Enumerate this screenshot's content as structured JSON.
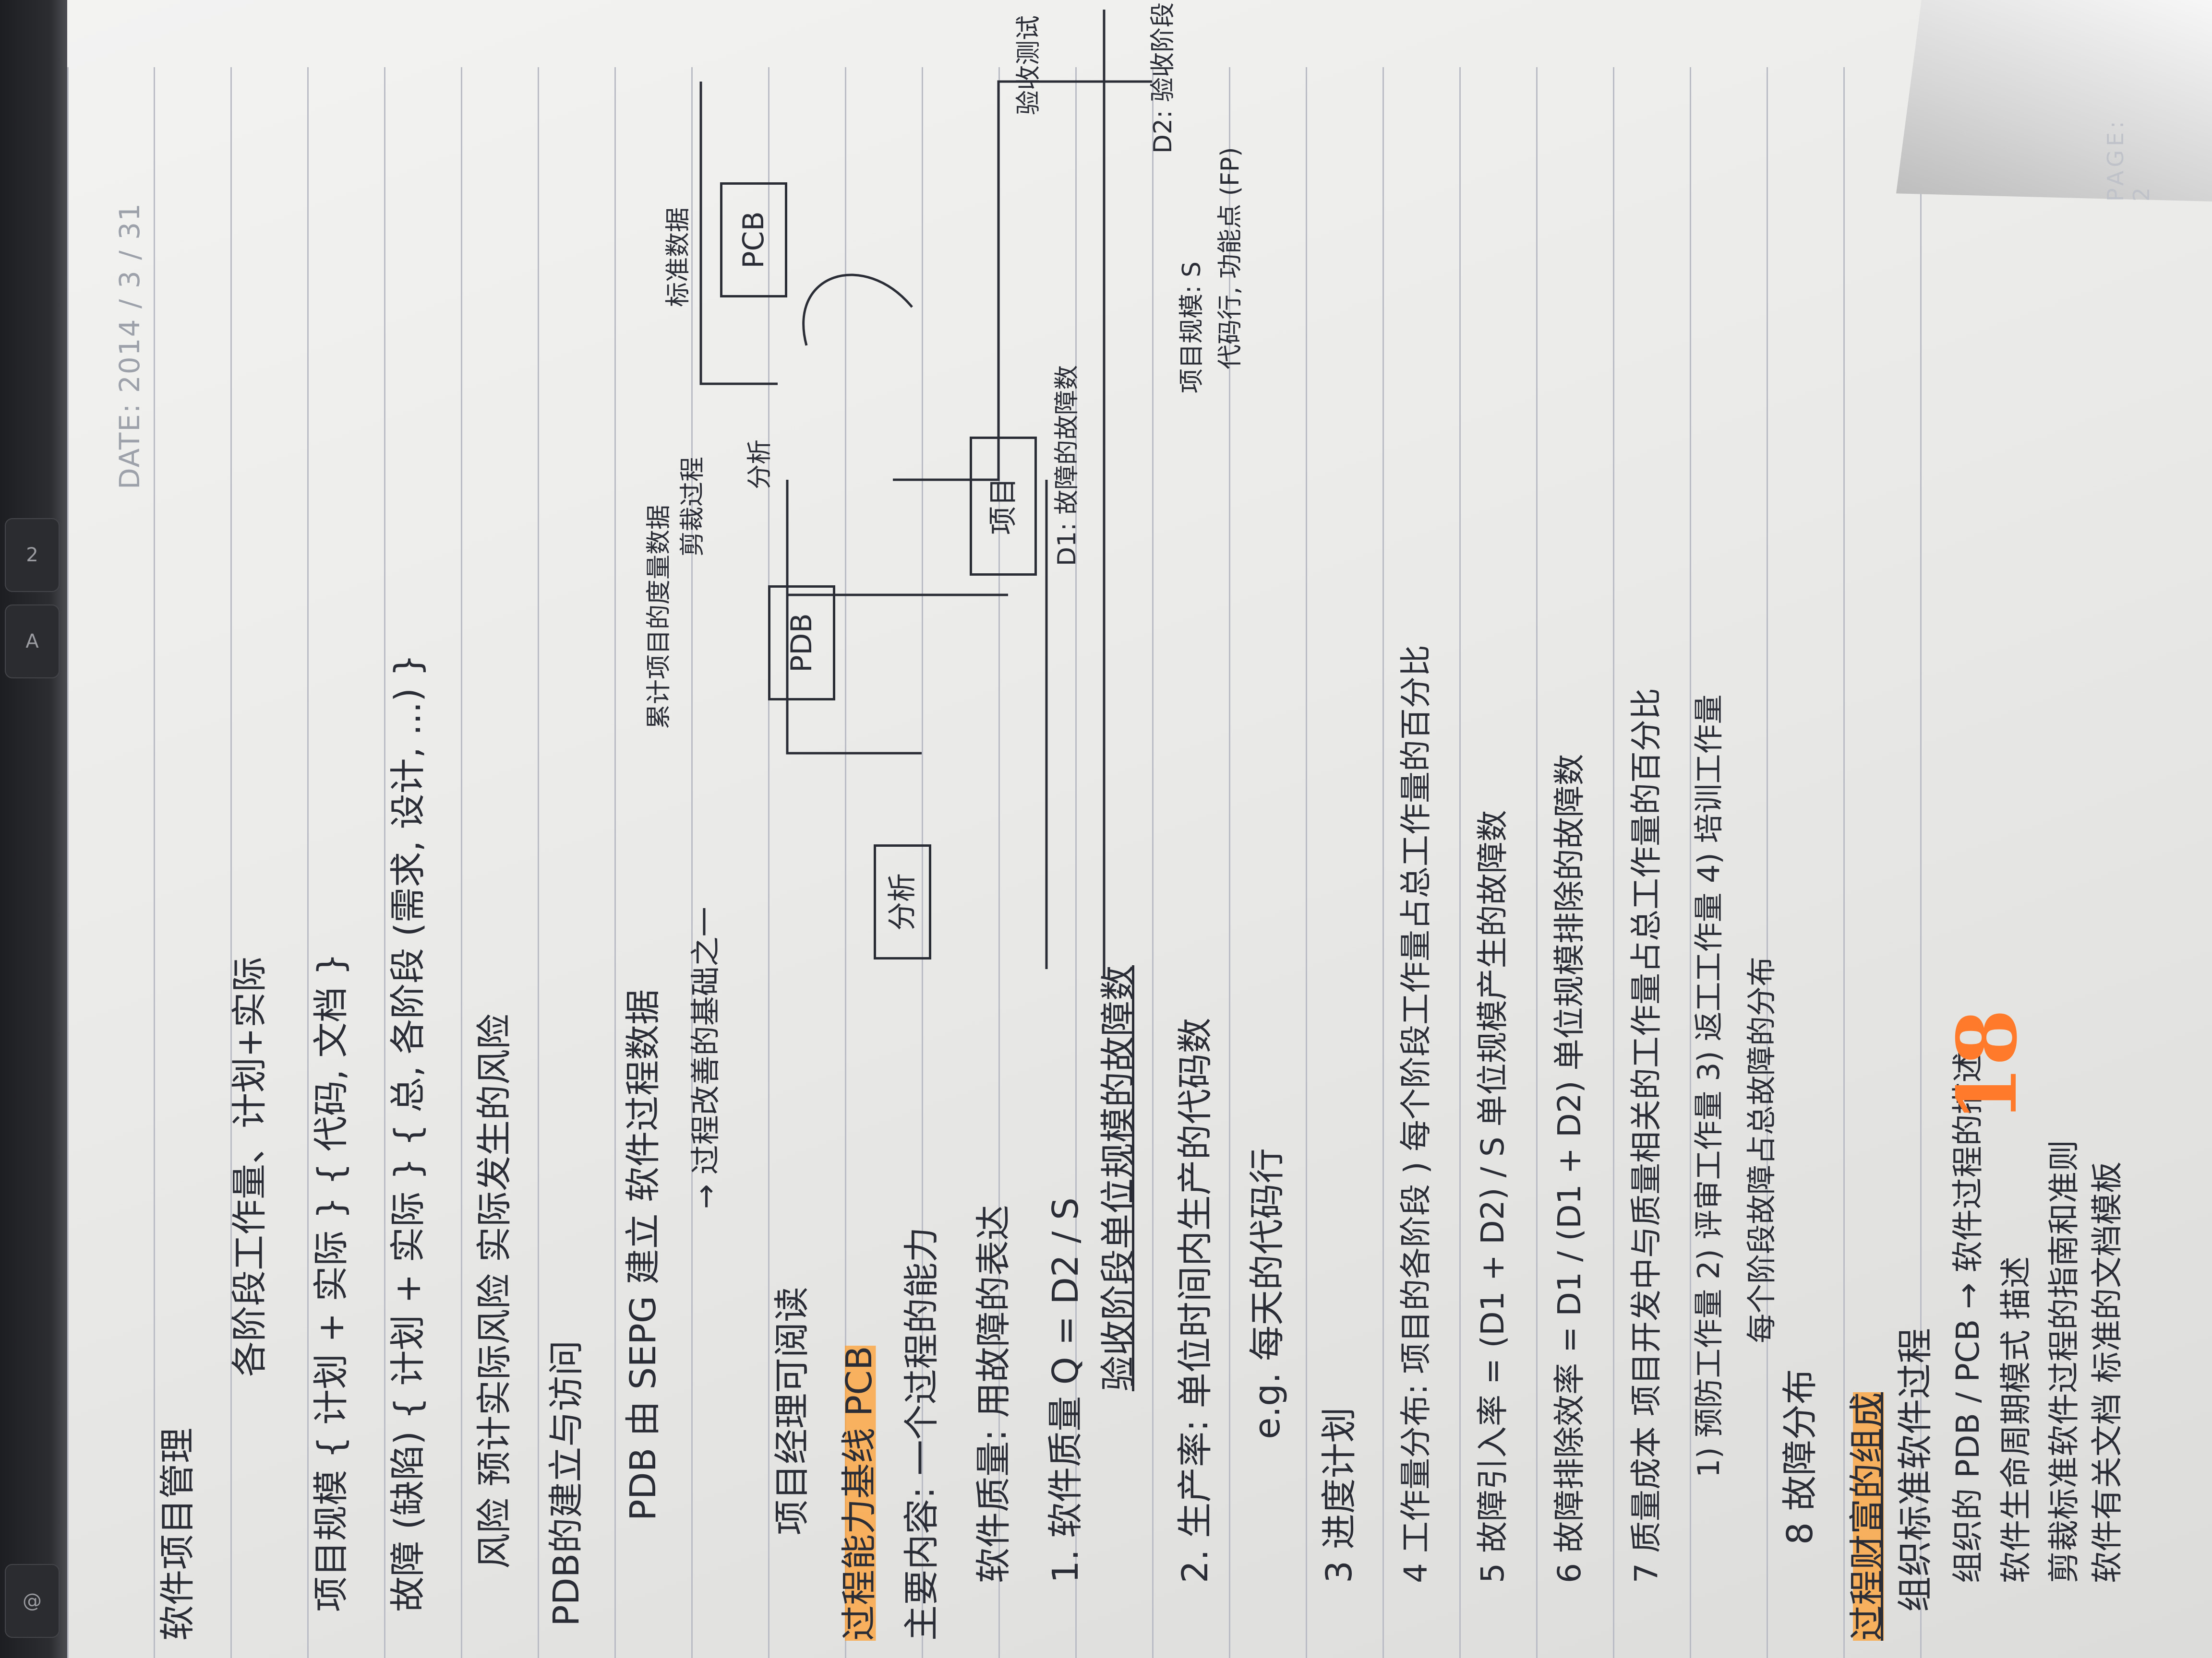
{
  "header": {
    "date": "DATE: 2014 / 3 / 31",
    "page_label": "PAGE: 2"
  },
  "keyboard": {
    "keys": [
      "2",
      "A",
      "@"
    ]
  },
  "notes": {
    "lines": [
      "软件项目管理",
      "各阶段工作量、计划+实际",
      "项目规模 { 计划 + 实际 } { 代码, 文档 }",
      "故障 (缺陷)  { 计划 + 实际 } { 总, 各阶段 (需求, 设计, ...) }",
      "风险  预计实际风险  实际发生的风险",
      "PDB的建立与访问",
      "PDB 由 SEPG 建立      软件过程数据",
      "→ 过程改善的基础之一",
      "项目经理可阅读",
      "过程能力基线 PCB",
      "主要内容:  一个过程的能力",
      "软件质量: 用故障的表达",
      "1. 软件质量 Q = D2 / S",
      "验收阶段单位规模的故障数",
      "2. 生产率: 单位时间内生产的代码数",
      "e.g. 每天的代码行",
      "3 进度计划",
      "4 工作量分布: 项目的各阶段 ) 每个阶段工作量占总工作量的百分比",
      "5 故障引入率 = (D1 + D2) / S    单位规模产生的故障数",
      "6 故障排除效率 = D1 / (D1 + D2)    单位规模排除的故障数",
      "7 质量成本    项目开发中与质量相关的工作量占总工作量的百分比",
      "1) 预防工作量  2) 评审工作量  3) 返工工作量  4) 培训工作量",
      "每个阶段故障占总故障的分布",
      "8 故障分布",
      "过程财富的组成",
      "组织标准软件过程",
      "组织的 PDB / PCB   → 软件过程的描述",
      "软件生命周期模式   描述",
      "剪裁标准软件过程的指南和准则",
      "软件有关文档      标准的文档模板"
    ],
    "page_number": "18"
  },
  "diagram": {
    "boxes": [
      "PDB",
      "PCB",
      "项目",
      "分析"
    ],
    "labels": [
      "累计项目的度量数据",
      "剪裁过程",
      "分析",
      "标准数据",
      "D1: 故障的故障数",
      "验收测试",
      "D2: 验收阶段",
      "项目规模: S",
      "代码行, 功能点 (FP)"
    ]
  }
}
